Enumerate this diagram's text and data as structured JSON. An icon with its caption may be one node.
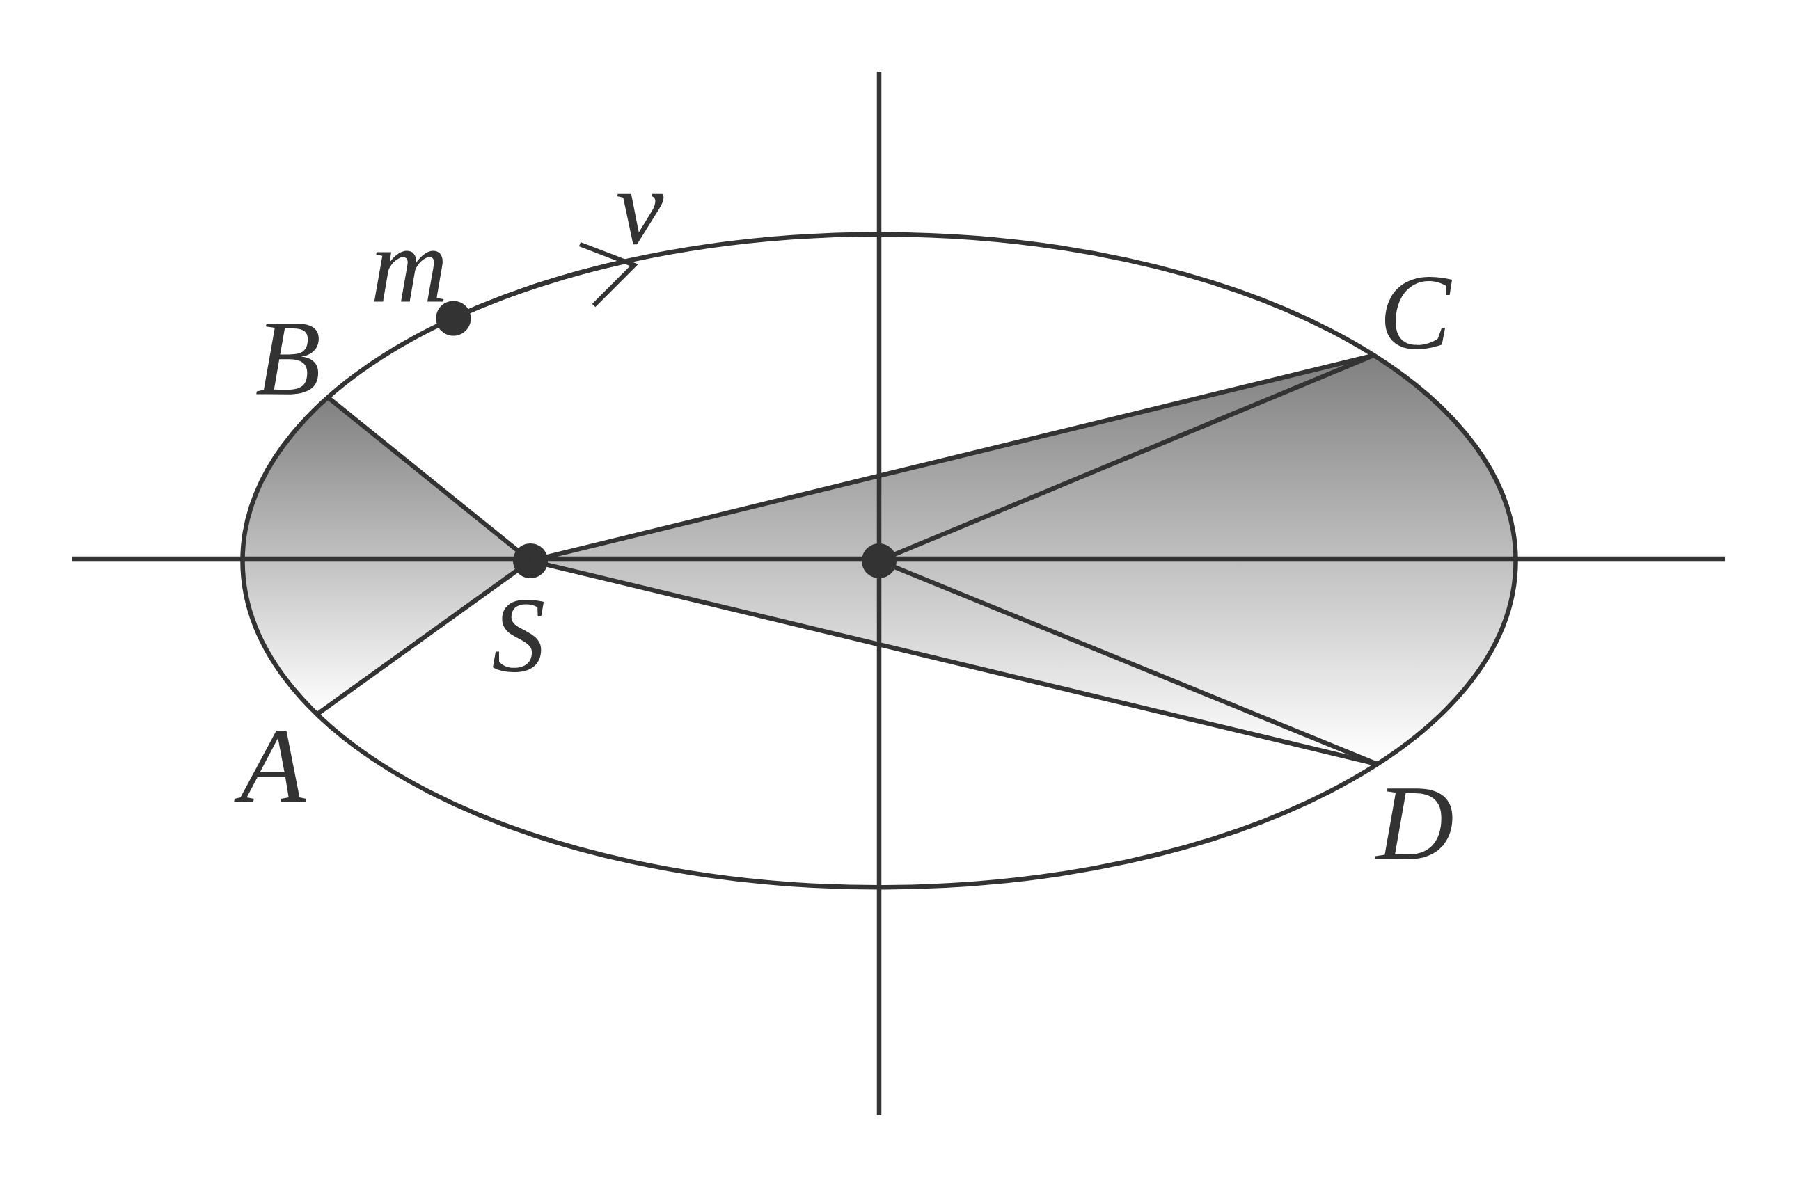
{
  "diagram": {
    "nodes": [
      {
        "text": [],
        "shape": "circle",
        "beside": [
          "S"
        ]
      },
      {
        "text": [],
        "shape": "circle"
      },
      {
        "text": [],
        "shape": "point",
        "beside": [
          "B"
        ]
      },
      {
        "text": [],
        "shape": "point",
        "beside": [
          "A"
        ]
      },
      {
        "text": [],
        "shape": "point",
        "beside": [
          "C"
        ]
      },
      {
        "text": [],
        "shape": "point",
        "beside": [
          "D"
        ]
      },
      {
        "text": [],
        "shape": "circle",
        "beside": [
          "m"
        ]
      }
    ],
    "edges": [
      {
        "from": 0,
        "to": 2,
        "arrow": "none"
      },
      {
        "from": 0,
        "to": 3,
        "arrow": "none"
      },
      {
        "from": 0,
        "to": 4,
        "arrow": "none"
      },
      {
        "from": 0,
        "to": 5,
        "arrow": "none"
      },
      {
        "from": 1,
        "to": 4,
        "arrow": "none"
      },
      {
        "from": 1,
        "to": 5,
        "arrow": "none"
      }
    ],
    "labels": [
      "v"
    ]
  }
}
